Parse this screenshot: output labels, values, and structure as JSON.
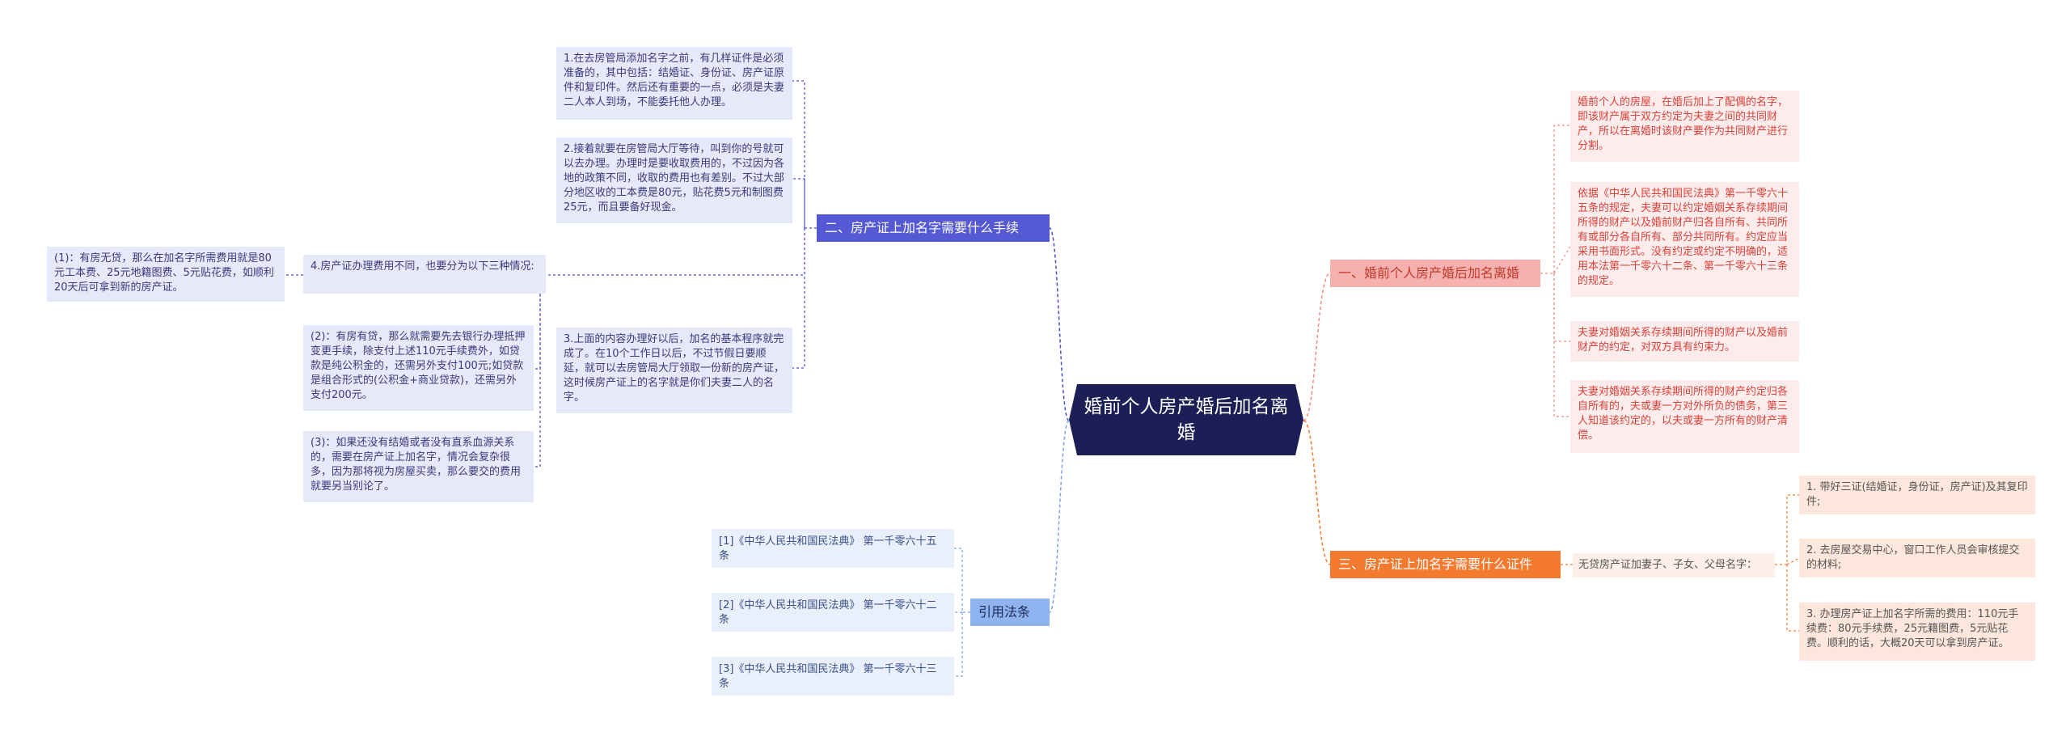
{
  "root": "婚前个人房产婚后加名离婚",
  "branch_procedure": {
    "label": "二、房产证上加名字需要什么手续",
    "step1": "1.在去房管局添加名字之前，有几样证件是必须准备的，其中包括：结婚证、身份证、房产证原件和复印件。然后还有重要的一点，必须是夫妻二人本人到场，不能委托他人办理。",
    "step2": "2.接着就要在房管局大厅等待，叫到你的号就可以去办理。办理时是要收取费用的，不过因为各地的政策不同，收取的费用也有差别。不过大部分地区收的工本费是80元，贴花费5元和制图费25元，而且要备好现金。",
    "step3": "3.上面的内容办理好以后，加名的基本程序就完成了。在10个工作日以后，不过节假日要顺延，就可以去房管局大厅领取一份新的房产证，这时候房产证上的名字就是你们夫妻二人的名字。",
    "step4": "4.房产证办理费用不同，也要分为以下三种情况:",
    "case1": "(1)：有房无贷，那么在加名字所需费用就是80元工本费、25元地籍图费、5元贴花费，如顺利20天后可拿到新的房产证。",
    "case2": "(2)：有房有贷，那么就需要先去银行办理抵押变更手续，除支付上述110元手续费外，如贷款是纯公积金的，还需另外支付100元;如贷款是组合形式的(公积金+商业贷款)，还需另外支付200元。",
    "case3": "(3)：如果还没有结婚或者没有直系血源关系的，需要在房产证上加名字，情况会复杂很多，因为那将视为房屋买卖，那么要交的费用就要另当别论了。"
  },
  "branch_citation": {
    "label": "引用法条",
    "items": [
      "[1]《中华人民共和国民法典》 第一千零六十五条",
      "[2]《中华人民共和国民法典》 第一千零六十二条",
      "[3]《中华人民共和国民法典》 第一千零六十三条"
    ]
  },
  "branch_divorce": {
    "label": "一、婚前个人房产婚后加名离婚",
    "items": [
      "婚前个人的房屋，在婚后加上了配偶的名字，即该财产属于双方约定为夫妻之间的共同财产，所以在离婚时该财产要作为共同财产进行分割。",
      "依据《中华人民共和国民法典》第一千零六十五条的规定，夫妻可以约定婚姻关系存续期间所得的财产以及婚前财产归各自所有、共同所有或部分各自所有、部分共同所有。约定应当采用书面形式。没有约定或约定不明确的，适用本法第一千零六十二条、第一千零六十三条的规定。",
      "夫妻对婚姻关系存续期间所得的财产以及婚前财产的约定，对双方具有约束力。",
      "夫妻对婚姻关系存续期间所得的财产约定归各自所有的，夫或妻一方对外所负的债务，第三人知道该约定的，以夫或妻一方所有的财产清偿。"
    ]
  },
  "branch_documents": {
    "label": "三、房产证上加名字需要什么证件",
    "middle": "无贷房产证加妻子、子女、父母名字：",
    "items": [
      "1. 带好三证(结婚证，身份证，房产证)及其复印件;",
      "2. 去房屋交易中心，窗口工作人员会审核提交的材料;",
      "3. 办理房产证上加名字所需的费用：110元手续费：80元手续费，25元籍图费，5元贴花费。顺利的话，大概20天可以拿到房产证。"
    ]
  }
}
